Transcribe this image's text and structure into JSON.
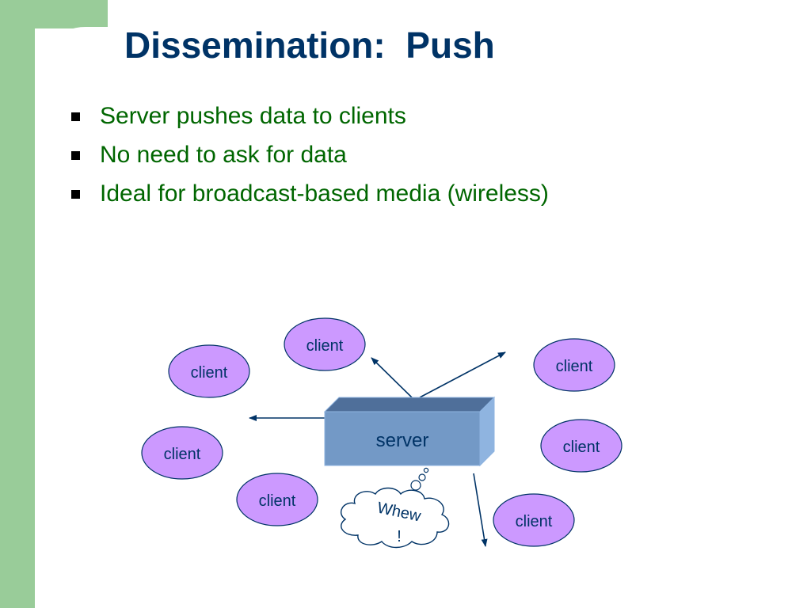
{
  "slide": {
    "title": "Dissemination:  Push",
    "bullets": [
      "Server pushes data to clients",
      "No need to ask for data",
      "Ideal for broadcast-based media (wireless)"
    ]
  },
  "diagram": {
    "server_label": "server",
    "client_label": "client",
    "thought_line1": "Whew",
    "thought_line2": "!",
    "colors": {
      "client_fill": "#cc99ff",
      "client_stroke": "#003366",
      "server_front": "#7399c6",
      "server_top": "#4f6f9a",
      "server_side": "#8fb4e0",
      "arrow": "#003366",
      "title": "#003366",
      "bullet_text": "#006600",
      "accent_green": "#99cc99"
    }
  }
}
